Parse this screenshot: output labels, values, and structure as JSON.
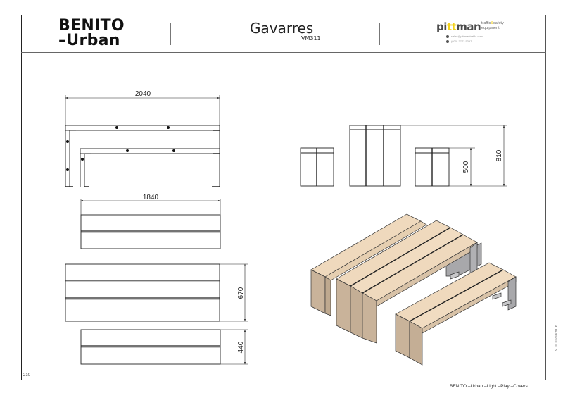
{
  "header": {
    "brand_line1": "BENITO",
    "brand_line2": "–Urban",
    "product_name": "Gavarres",
    "product_code": "VM311",
    "logo": {
      "word_pre": "pi",
      "word_accent": "tt",
      "word_post": "man",
      "tagline_1": "traffic",
      "tagline_amp": "&",
      "tagline_2": "safety",
      "tagline_3": "equipment",
      "email": "sales@pittmantraffic.com",
      "phone": "(020) 3773 5397",
      "accent_color": "#f3d21b"
    }
  },
  "drawing": {
    "dimensions": {
      "table_side_length": "2040",
      "bench_top_length": "1840",
      "table_top_width": "670",
      "bench_top_width": "440",
      "bench_height": "500",
      "table_height": "810"
    },
    "views": [
      "side-elevation",
      "bench-plan",
      "table-plan",
      "bench-plan-small",
      "end-elevation",
      "isometric"
    ],
    "colors": {
      "wood": "#efd9bd",
      "wood_side": "#c9b39a",
      "steel": "#a8a8ab",
      "line": "#222222"
    }
  },
  "footer": {
    "page_number": "210",
    "series_nav": "BENITO –Urban –Light –Play –Covers",
    "version": "V 01 01/03/2016"
  }
}
